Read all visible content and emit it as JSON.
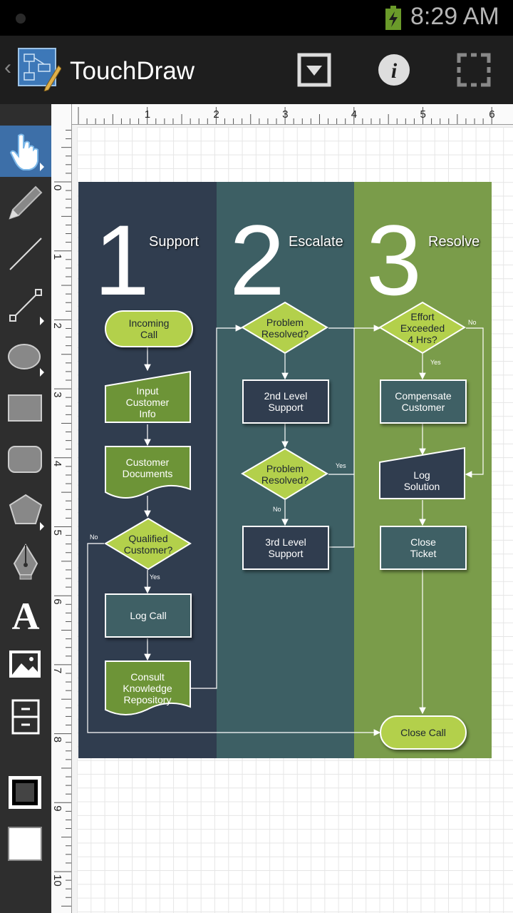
{
  "status": {
    "time": "8:29 AM"
  },
  "app": {
    "title": "TouchDraw"
  },
  "ruler": {
    "h": [
      "1",
      "2",
      "3",
      "4",
      "5",
      "6"
    ],
    "v": [
      "0",
      "1",
      "2",
      "3",
      "4",
      "5",
      "6",
      "7",
      "8",
      "9",
      "10"
    ]
  },
  "diagram": {
    "lanes": [
      {
        "number": "1",
        "title": "Support",
        "color": "#303d4f"
      },
      {
        "number": "2",
        "title": "Escalate",
        "color": "#3d5f64"
      },
      {
        "number": "3",
        "title": "Resolve",
        "color": "#7a9c4a"
      }
    ],
    "nodes": {
      "incoming_call": [
        "Incoming",
        "Call"
      ],
      "input_customer_info": [
        "Input",
        "Customer",
        "Info"
      ],
      "customer_documents": [
        "Customer",
        "Documents"
      ],
      "qualified_customer": [
        "Qualified",
        "Customer?"
      ],
      "log_call": [
        "Log Call"
      ],
      "consult_knowledge": [
        "Consult",
        "Knowledge",
        "Repository"
      ],
      "problem_resolved_1": [
        "Problem",
        "Resolved?"
      ],
      "second_level": [
        "2nd Level",
        "Support"
      ],
      "problem_resolved_2": [
        "Problem",
        "Resolved?"
      ],
      "third_level": [
        "3rd Level",
        "Support"
      ],
      "effort_exceeded": [
        "Effort",
        "Exceeded",
        "4 Hrs?"
      ],
      "compensate_customer": [
        "Compensate",
        "Customer"
      ],
      "log_solution": [
        "Log",
        "Solution"
      ],
      "close_ticket": [
        "Close",
        "Ticket"
      ],
      "close_call": [
        "Close Call"
      ]
    },
    "labels": {
      "no": "No",
      "yes": "Yes"
    },
    "colors": {
      "lime": "#b3d04b",
      "lime_dark": "#6d9437",
      "node_dark": "#303d4f",
      "node_teal": "#3f6065"
    }
  }
}
